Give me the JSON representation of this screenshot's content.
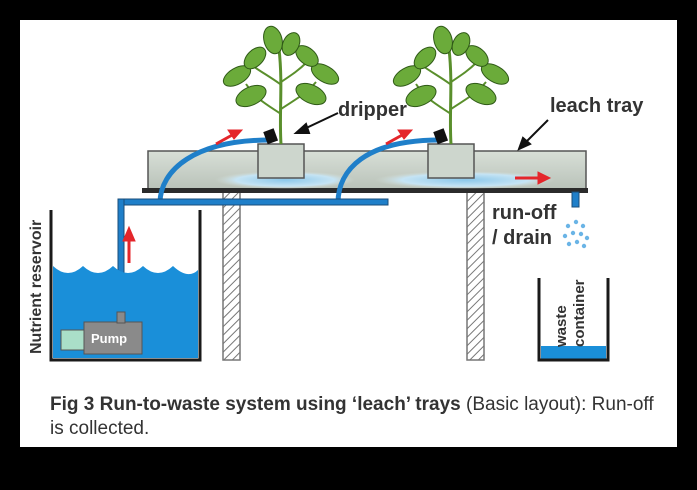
{
  "labels": {
    "dripper": "dripper",
    "leach_tray": "leach tray",
    "runoff_line1": "run-off",
    "runoff_line2": "/ drain",
    "waste_line1": "waste",
    "waste_line2": "container",
    "reservoir": "Nutrient reservoir",
    "pump": "Pump"
  },
  "caption": {
    "bold": "Fig 3  Run-to-waste system using ‘leach’ trays",
    "normal": " (Basic layout):  Run-off is collected."
  },
  "colors": {
    "background": "#000000",
    "panel": "#ffffff",
    "water": "#1a8fd9",
    "tube": "#1f7fc9",
    "tray": "#c9d2ca",
    "arrow": "#e4262b",
    "leaf": "#6bab3a",
    "leaf_vein": "#2f5a17",
    "pump": "#8a8a8a",
    "text": "#333333"
  }
}
